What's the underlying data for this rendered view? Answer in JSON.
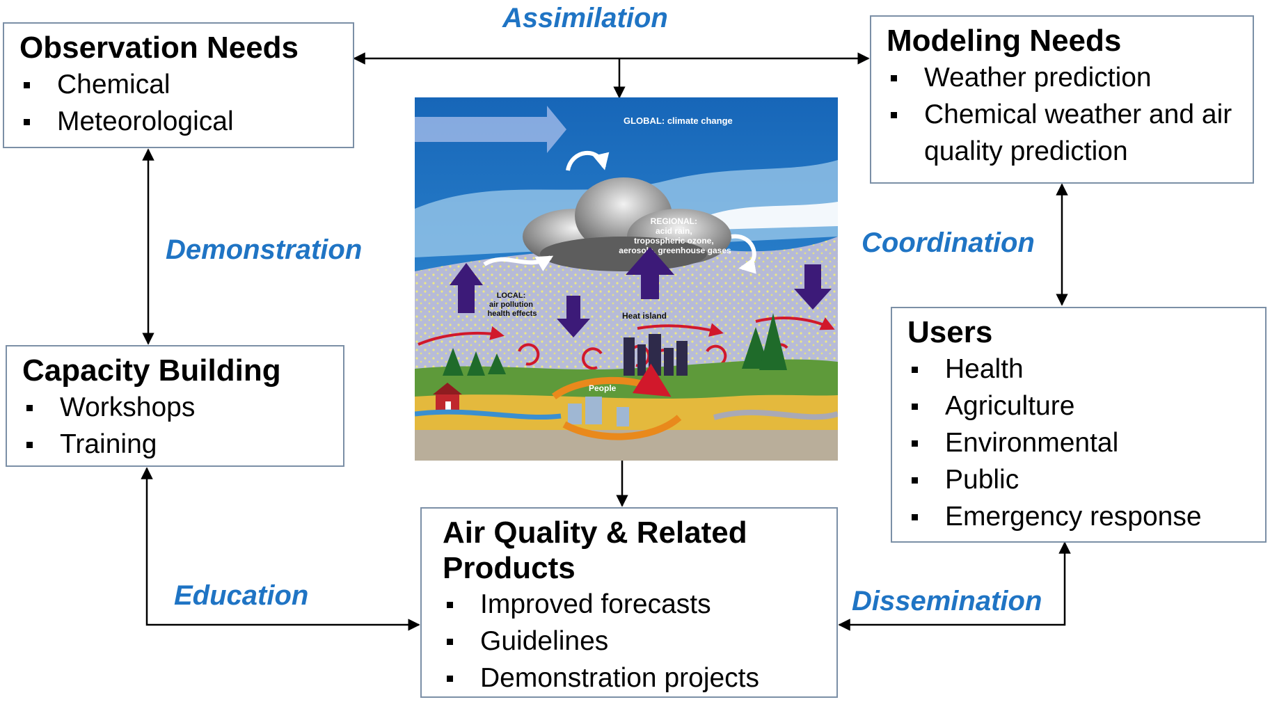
{
  "boxes": {
    "observation": {
      "title": "Observation Needs",
      "items": [
        "Chemical",
        "Meteorological"
      ]
    },
    "modeling": {
      "title": "Modeling Needs",
      "items": [
        "Weather prediction",
        "Chemical weather and air quality prediction"
      ]
    },
    "capacity": {
      "title": "Capacity Building",
      "items": [
        "Workshops",
        "Training"
      ]
    },
    "users": {
      "title": "Users",
      "items": [
        "Health",
        "Agriculture",
        "Environmental",
        "Public",
        "Emergency response"
      ]
    },
    "products": {
      "title": "Air Quality & Related Products",
      "items": [
        "Improved forecasts",
        "Guidelines",
        "Demonstration projects"
      ]
    }
  },
  "labels": {
    "assimilation": "Assimilation",
    "demonstration": "Demonstration",
    "coordination": "Coordination",
    "education": "Education",
    "dissemination": "Dissemination"
  },
  "illustration": {
    "global": "GLOBAL: climate change",
    "regional_title": "REGIONAL:",
    "regional_lines": [
      "acid rain,",
      "tropospheric ozone,",
      "aerosols, greenhouse gases"
    ],
    "local_title": "LOCAL:",
    "local_lines": [
      "air pollution",
      "health effects"
    ],
    "heat_island": "Heat island",
    "people": "People"
  },
  "colors": {
    "accent_blue": "#1f74c4",
    "box_border": "#7b8fa6",
    "sky": "#1d7ccc",
    "up_down_arrows": "#3c1a78",
    "wind_arrows": "#d1182b",
    "urban_circulation": "#e9891c"
  }
}
